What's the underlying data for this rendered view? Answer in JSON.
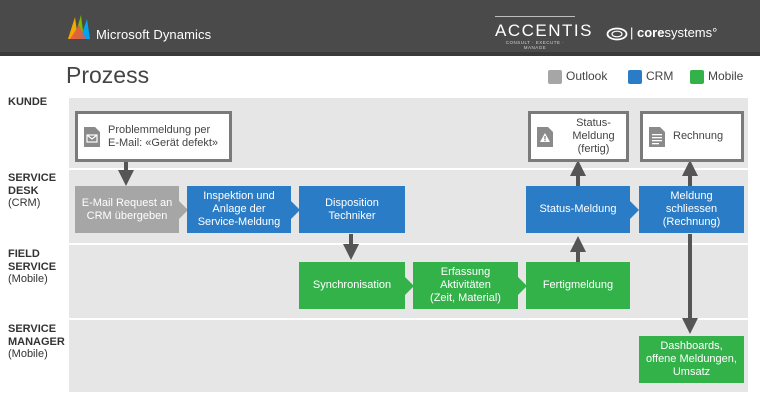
{
  "header": {
    "ms_brand": "Microsoft Dynamics",
    "accentis_brand": "ACCENTIS",
    "accentis_tagline": "CONSULT · EXECUTE · MANAGE",
    "coresystems_prefix": "core",
    "coresystems_suffix": "systems"
  },
  "title": "Prozess",
  "legend": [
    {
      "label": "Outlook",
      "color": "#a6a6a6"
    },
    {
      "label": "CRM",
      "color": "#2b7cc6"
    },
    {
      "label": "Mobile",
      "color": "#33b24a"
    }
  ],
  "lanes": {
    "kunde": {
      "title": "KUNDE",
      "sub": ""
    },
    "service_desk": {
      "title_1": "SERVICE",
      "title_2": "DESK",
      "sub": "(CRM)"
    },
    "field_service": {
      "title_1": "FIELD",
      "title_2": "SERVICE",
      "sub": "(Mobile)"
    },
    "service_manager": {
      "title_1": "SERVICE",
      "title_2": "MANAGER",
      "sub": "(Mobile)"
    }
  },
  "boxes": {
    "problemmeldung": {
      "line1": "Problemmeldung per",
      "line2": "E-Mail: «Gerät defekt»",
      "icon": "envelope-icon"
    },
    "status_meldung_kunde": {
      "line1": "Status-",
      "line2": "Meldung",
      "line3": "(fertig)",
      "icon": "warning-icon"
    },
    "rechnung": {
      "line1": "Rechnung",
      "icon": "document-icon"
    },
    "email_request": {
      "line1": "E-Mail Request an",
      "line2": "CRM übergeben"
    },
    "inspektion": {
      "line1": "Inspektion und",
      "line2": "Anlage der",
      "line3": "Service-Meldung"
    },
    "disposition": {
      "line1": "Disposition",
      "line2": "Techniker"
    },
    "status_meldung_desk": {
      "line1": "Status-Meldung"
    },
    "meldung_schliessen": {
      "line1": "Meldung",
      "line2": "schliessen",
      "line3": "(Rechnung)"
    },
    "synchronisation": {
      "line1": "Synchronisation"
    },
    "erfassung": {
      "line1": "Erfassung",
      "line2": "Aktivitäten",
      "line3": "(Zeit, Material)"
    },
    "fertigmeldung": {
      "line1": "Fertigmeldung"
    },
    "dashboards": {
      "line1": "Dashboards,",
      "line2": "offene Meldungen,",
      "line3": "Umsatz"
    }
  },
  "colors": {
    "outlook": "#a6a6a6",
    "crm": "#2b7cc6",
    "mobile": "#33b24a",
    "arrow": "#555555"
  }
}
